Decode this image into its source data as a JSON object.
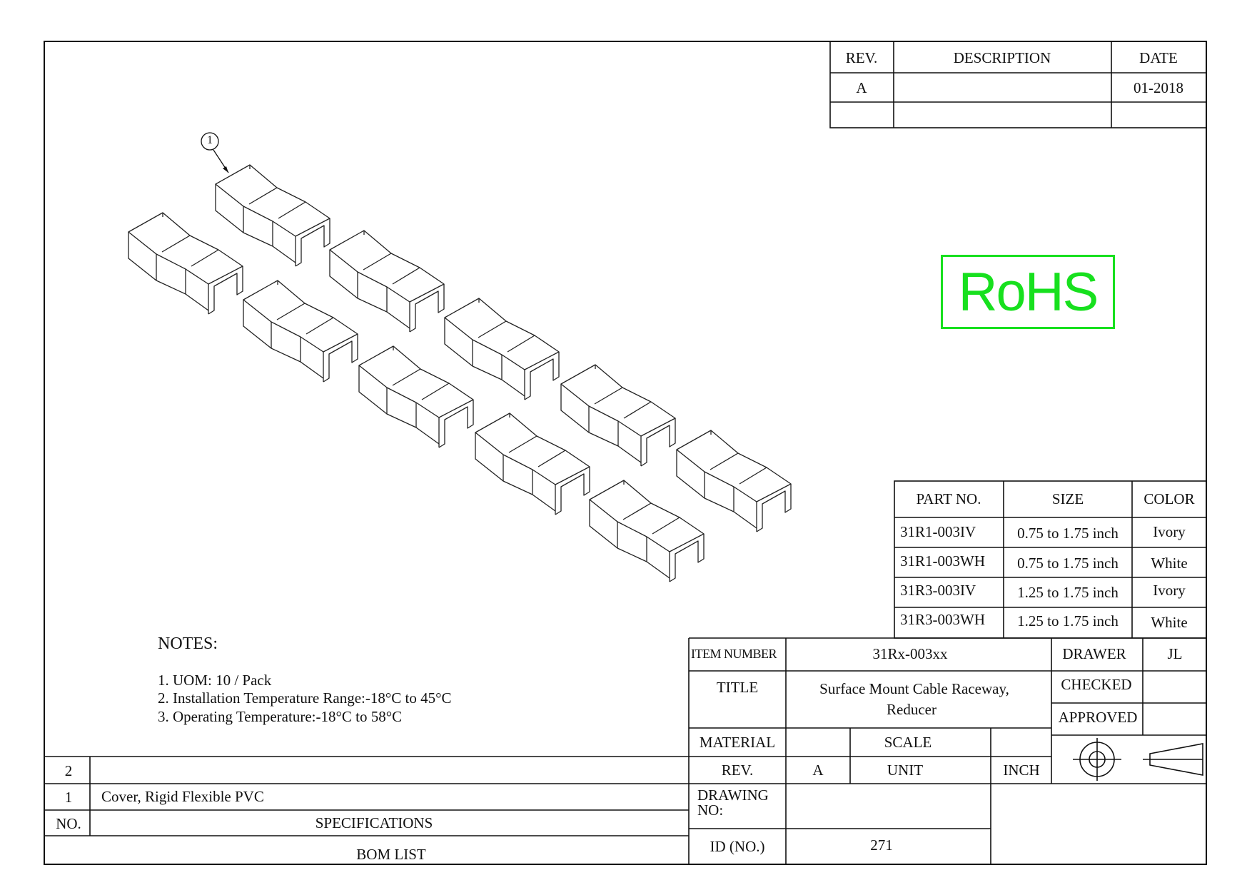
{
  "revision_block": {
    "headers": {
      "rev": "REV.",
      "description": "DESCRIPTION",
      "date": "DATE"
    },
    "rows": [
      {
        "rev": "A",
        "description": "",
        "date": "01-2018"
      }
    ]
  },
  "balloon": {
    "label": "1"
  },
  "rohs": {
    "text": "RoHS",
    "color": "#17e01e"
  },
  "parts_table": {
    "headers": {
      "part_no": "PART NO.",
      "size": "SIZE",
      "color": "COLOR"
    },
    "rows": [
      {
        "part_no": "31R1-003IV",
        "size": "0.75 to 1.75 inch",
        "color": "Ivory"
      },
      {
        "part_no": "31R1-003WH",
        "size": "0.75 to 1.75 inch",
        "color": "White"
      },
      {
        "part_no": "31R3-003IV",
        "size": "1.25 to 1.75 inch",
        "color": "Ivory"
      },
      {
        "part_no": "31R3-003WH",
        "size": "1.25 to 1.75 inch",
        "color": "White"
      }
    ]
  },
  "notes": {
    "title": "NOTES:",
    "lines": [
      "1. UOM: 10 / Pack",
      "2. Installation Temperature Range:-18°C to 45°C",
      "3. Operating Temperature:-18°C to 58°C"
    ]
  },
  "bom": {
    "rows": [
      {
        "no": "2",
        "spec": ""
      },
      {
        "no": "1",
        "spec": "Cover, Rigid Flexible PVC"
      }
    ],
    "header_no": "NO.",
    "header_spec": "SPECIFICATIONS",
    "footer": "BOM LIST"
  },
  "title_block": {
    "item_number_label": "ITEM NUMBER",
    "item_number": "31Rx-003xx",
    "title_label": "TITLE",
    "title_line1": "Surface Mount Cable Raceway,",
    "title_line2": "Reducer",
    "material_label": "MATERIAL",
    "material": "",
    "scale_label": "SCALE",
    "scale": "",
    "rev_label": "REV.",
    "rev": "A",
    "unit_label": "UNIT",
    "unit": "INCH",
    "drawing_no_label_1": "DRAWING",
    "drawing_no_label_2": "NO:",
    "drawing_no": "",
    "id_label": "ID (NO.)",
    "id": "271",
    "drawer_label": "DRAWER",
    "drawer": "JL",
    "checked_label": "CHECKED",
    "checked": "",
    "approved_label": "APPROVED",
    "approved": ""
  }
}
